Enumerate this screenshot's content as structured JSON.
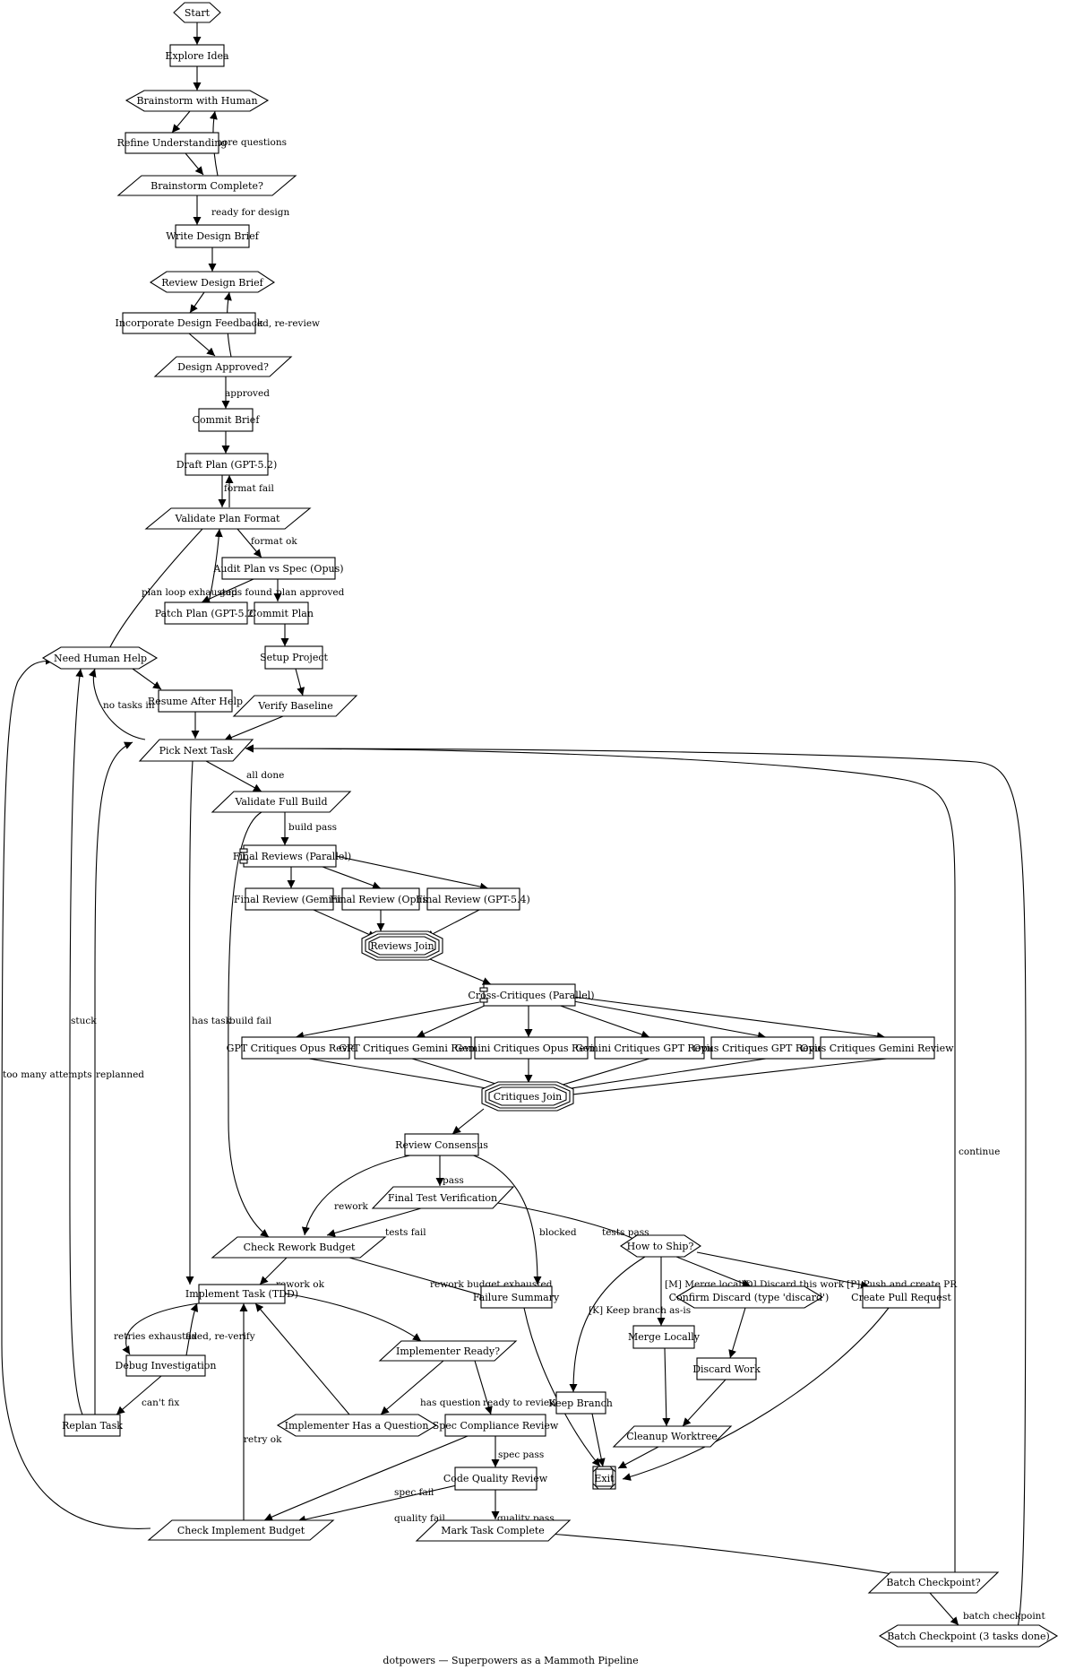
{
  "caption": "dotpowers — Superpowers as a Mammoth Pipeline",
  "nodes": {
    "start": "Start",
    "explore_idea": "Explore Idea",
    "brainstorm": "Brainstorm with Human",
    "refine": "Refine Understanding",
    "brainstorm_complete": "Brainstorm Complete?",
    "write_brief": "Write Design Brief",
    "review_brief": "Review Design Brief",
    "incorporate": "Incorporate Design Feedback",
    "design_approved": "Design Approved?",
    "commit_brief": "Commit Brief",
    "draft_plan": "Draft Plan (GPT-5.2)",
    "validate_plan": "Validate Plan Format",
    "audit_plan": "Audit Plan vs Spec (Opus)",
    "patch_plan": "Patch Plan (GPT-5.2)",
    "commit_plan": "Commit Plan",
    "need_help": "Need Human Help",
    "resume": "Resume After Help",
    "setup": "Setup Project",
    "verify_baseline": "Verify Baseline",
    "pick_next": "Pick Next Task",
    "validate_build": "Validate Full Build",
    "final_reviews": "Final Reviews (Parallel)",
    "review_gemini": "Final Review (Gemini)",
    "review_opus": "Final Review (Opus)",
    "review_gpt": "Final Review (GPT-5.4)",
    "reviews_join": "Reviews Join",
    "cross_critiques": "Cross-Critiques (Parallel)",
    "gpt_opus": "GPT Critiques Opus Review",
    "gpt_gemini": "GPT Critiques Gemini Review",
    "gemini_opus": "Gemini Critiques Opus Review",
    "gemini_gpt": "Gemini Critiques GPT Review",
    "opus_gpt": "Opus Critiques GPT Review",
    "opus_gemini": "Opus Critiques Gemini Review",
    "critiques_join": "Critiques Join",
    "consensus": "Review Consensus",
    "final_test": "Final Test Verification",
    "rework_budget": "Check Rework Budget",
    "how_ship": "How to Ship?",
    "implement": "Implement Task (TDD)",
    "failure_summary": "Failure Summary",
    "confirm_discard": "Confirm Discard (type 'discard')",
    "create_pr": "Create Pull Request",
    "merge_locally": "Merge Locally",
    "debug": "Debug Investigation",
    "implementer_ready": "Implementer Ready?",
    "discard_work": "Discard Work",
    "keep_branch": "Keep Branch",
    "replan": "Replan Task",
    "has_question": "Implementer Has a Question",
    "spec_review": "Spec Compliance Review",
    "cleanup": "Cleanup Worktree",
    "exit": "Exit",
    "quality_review": "Code Quality Review",
    "impl_budget": "Check Implement Budget",
    "mark_complete": "Mark Task Complete",
    "batch_q": "Batch Checkpoint?",
    "batch_cp": "Batch Checkpoint (3 tasks done)"
  },
  "edge_labels": {
    "more_questions": "more questions",
    "ready_for_design": "ready for design",
    "revised": "revised, re-review",
    "approved": "approved",
    "format_fail": "format fail",
    "format_ok": "format ok",
    "plan_loop": "plan loop exhausted",
    "gaps_found": "gaps found",
    "plan_approved": "plan approved",
    "no_tasks": "no tasks in plan",
    "all_done": "all done",
    "build_pass": "build pass",
    "stuck": "stuck",
    "has_task": "has task",
    "build_fail": "build fail",
    "too_many": "too many attempts",
    "replanned": "replanned",
    "continue": "continue",
    "pass": "pass",
    "rework": "rework",
    "blocked": "blocked",
    "tests_fail": "tests fail",
    "tests_pass": "tests pass",
    "rework_ok": "rework ok",
    "rework_exhausted": "rework budget exhausted",
    "m_merge": "[M] Merge locally",
    "d_discard": "[D] Discard this work",
    "p_push": "[P] Push and create PR",
    "k_keep": "[K] Keep branch as-is",
    "retries_exhausted": "retries exhausted",
    "fixed": "fixed, re-verify",
    "cant_fix": "can't fix",
    "has_question": "has question",
    "ready_to_review": "ready to review",
    "retry_ok": "retry ok",
    "spec_pass": "spec pass",
    "spec_fail": "spec fail",
    "quality_fail": "quality fail",
    "quality_pass": "quality pass",
    "batch_checkpoint": "batch checkpoint"
  }
}
